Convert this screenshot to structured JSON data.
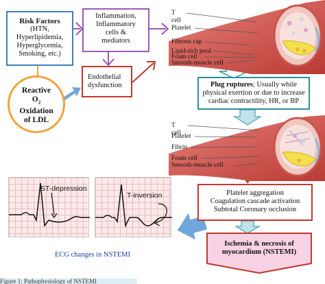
{
  "risk_factors": {
    "title": "Risk Factors",
    "items": [
      "(HTN,",
      "Hyperlipidemia,",
      "Hyperglycemia,",
      "Smoking, etc.)"
    ]
  },
  "inflammation": {
    "lines": [
      "Inflammation,",
      "Inflammatory",
      "cells &",
      "mediators"
    ]
  },
  "endothelial": {
    "lines": [
      "Endothelial",
      "dysfunction"
    ]
  },
  "ros": {
    "lines": [
      "Reactive",
      "O",
      "Oxidation",
      "of LDL"
    ],
    "subscript": "2"
  },
  "plaque_top_labels": [
    "T cell",
    "Platelet",
    "Fibrous cap",
    "Lipid-rich pool",
    "Foam cell",
    "Smooth-muscle cell"
  ],
  "plug": {
    "bold": "Plug ruptures",
    "lines": [
      "; Usually while",
      "physical exertion or due to increase",
      "cardiac contractility, HR, or BP"
    ]
  },
  "plaque_bottom_labels": [
    "T cell",
    "Platelet",
    "Fibrin",
    "Foam cell",
    "Smooth-muscle cell"
  ],
  "aggregation": {
    "lines": [
      "Platelet aggregation",
      "Coagulation cascade activation",
      "Subtotal Coronary occlusion"
    ]
  },
  "ischemia": {
    "lines": [
      "Ischemia & necrosis of",
      "myocardium (NSTEMI)"
    ]
  },
  "ecg": {
    "left_label": "ST-depression",
    "right_label": "T-inversion",
    "caption": "ECG changes in NSTEMI"
  },
  "figure_caption": "Figure 1: Pathophysiology of NSTEMI",
  "colors": {
    "risk_border": "#3f7fbf",
    "inflammation_border": "#9b59b6",
    "endothelial_border": "#c0392b",
    "ros_circle": "#f2a33a",
    "plug_border": "#2a8f9e",
    "aggregation_border": "#c0392b",
    "ischemia_fill": "#f6d2e4",
    "arrow_blue": "#6fa6dc",
    "arrow_teal": "#bfe3ea"
  }
}
